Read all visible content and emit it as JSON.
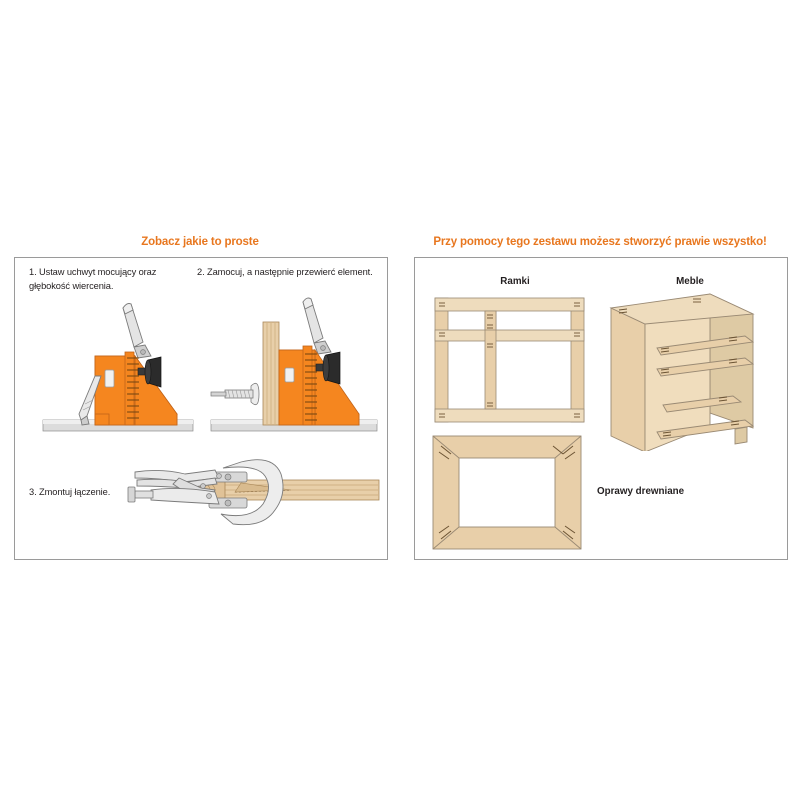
{
  "document": {
    "background_color": "#ffffff",
    "accent_color": "#e8771f",
    "border_color": "#9a9a9a",
    "wood_color": "#e8cfa9",
    "wood_dark_color": "#c9a87a",
    "metal_color": "#e2e2e2"
  },
  "left_panel": {
    "heading": "Zobacz jakie to proste",
    "steps": [
      {
        "id": "step-1",
        "caption": "1. Ustaw uchwyt mocujący oraz głębokość wiercenia.",
        "figure_name": "clamp-jig-setup-illustration"
      },
      {
        "id": "step-2",
        "caption": "2. Zamocuj, a następnie przewierć element.",
        "figure_name": "clamp-jig-drilling-illustration"
      },
      {
        "id": "step-3",
        "caption": "3. Zmontuj łączenie.",
        "figure_name": "locking-clamp-joint-illustration"
      }
    ]
  },
  "right_panel": {
    "heading": "Przy pomocy tego zestawu możesz stworzyć prawie wszystko!",
    "items": [
      {
        "id": "ramki",
        "label": "Ramki",
        "figure_name": "wooden-frame-illustration"
      },
      {
        "id": "meble",
        "label": "Meble",
        "figure_name": "cabinet-carcass-illustration"
      },
      {
        "id": "oprawy",
        "label": "Oprawy drewniane",
        "figure_name": "picture-frame-illustration"
      }
    ]
  }
}
